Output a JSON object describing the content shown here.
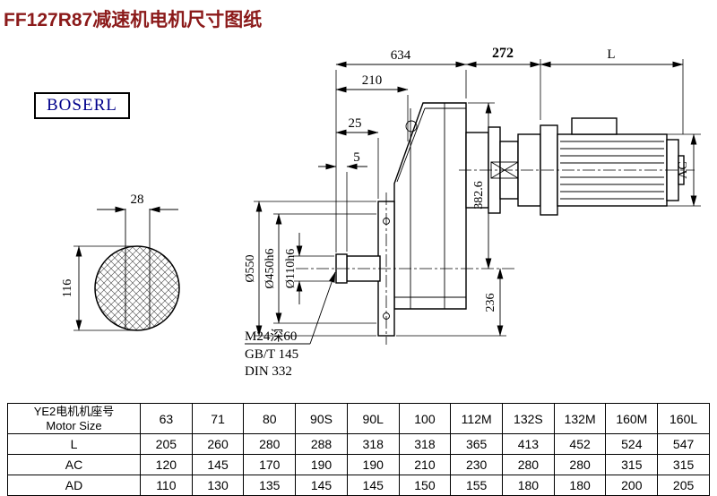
{
  "page": {
    "title": "FF127R87减速机电机尺寸图纸",
    "brand": "BOSERL"
  },
  "drawing": {
    "labels": {
      "dim_28": "28",
      "dim_116": "116",
      "dim_634": "634",
      "dim_272": "272",
      "dim_L": "L",
      "dim_210": "210",
      "dim_25": "25",
      "dim_5": "5",
      "dim_AC": "AC",
      "dim_382_6": "382.6",
      "dim_236": "236",
      "dia_550": "Ø550",
      "dia_450": "Ø450h6",
      "dia_110": "Ø110h6",
      "thread_note": "M24深60",
      "std_gbt": "GB/T 145",
      "std_din": "DIN 332"
    }
  },
  "table": {
    "header_cn": "YE2电机机座号",
    "header_en": "Motor Size",
    "sizes": [
      "63",
      "71",
      "80",
      "90S",
      "90L",
      "100",
      "112M",
      "132S",
      "132M",
      "160M",
      "160L"
    ],
    "rows": [
      {
        "label": "L",
        "values": [
          "205",
          "260",
          "280",
          "288",
          "318",
          "318",
          "365",
          "413",
          "452",
          "524",
          "547"
        ]
      },
      {
        "label": "AC",
        "values": [
          "120",
          "145",
          "170",
          "190",
          "190",
          "210",
          "230",
          "280",
          "280",
          "315",
          "315"
        ]
      },
      {
        "label": "AD",
        "values": [
          "110",
          "130",
          "135",
          "145",
          "145",
          "150",
          "155",
          "180",
          "180",
          "200",
          "205"
        ]
      }
    ]
  }
}
